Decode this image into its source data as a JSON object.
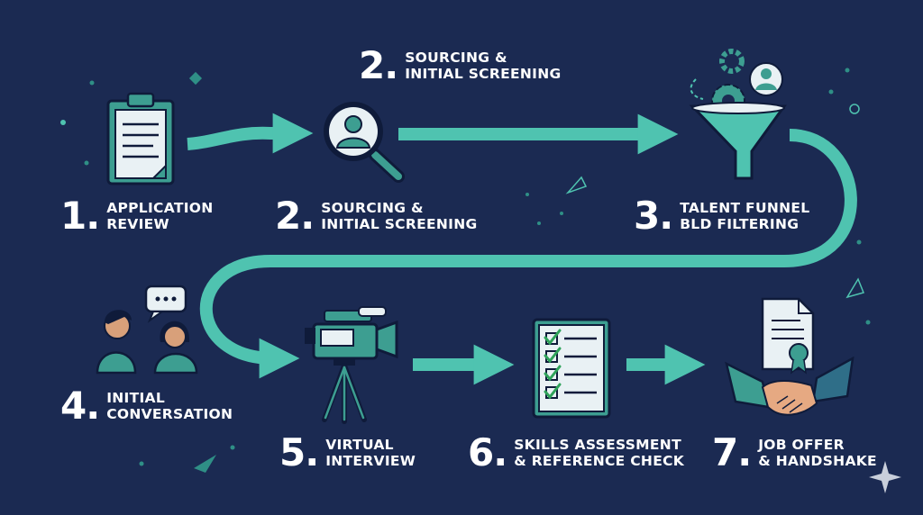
{
  "colors": {
    "background": "#1b2a52",
    "accent": "#4fc3b0",
    "icon_fill": "#3d9e91",
    "icon_light": "#e9f1f4",
    "text": "#ffffff"
  },
  "header": {
    "number": "2.",
    "line1": "SOURCING &",
    "line2": "INITIAL SCREENING"
  },
  "steps": [
    {
      "number": "1.",
      "line1": "APPLICATION",
      "line2": "REVIEW",
      "icon": "clipboard-icon"
    },
    {
      "number": "2.",
      "line1": "SOURCING &",
      "line2": "INITIAL SCREENING",
      "icon": "magnifier-person-icon"
    },
    {
      "number": "3.",
      "line1": "TALENT FUNNEL",
      "line2": "BLD FILTERING",
      "icon": "funnel-gears-icon"
    },
    {
      "number": "4.",
      "line1": "INITIAL",
      "line2": "CONVERSATION",
      "icon": "people-chat-icon"
    },
    {
      "number": "5.",
      "line1": "VIRTUAL",
      "line2": "INTERVIEW",
      "icon": "video-camera-icon"
    },
    {
      "number": "6.",
      "line1": "SKILLS ASSESSMENT",
      "line2": "& REFERENCE CHECK",
      "icon": "checklist-icon"
    },
    {
      "number": "7.",
      "line1": "JOB OFFER",
      "line2": "& HANDSHAKE",
      "icon": "handshake-contract-icon"
    }
  ]
}
